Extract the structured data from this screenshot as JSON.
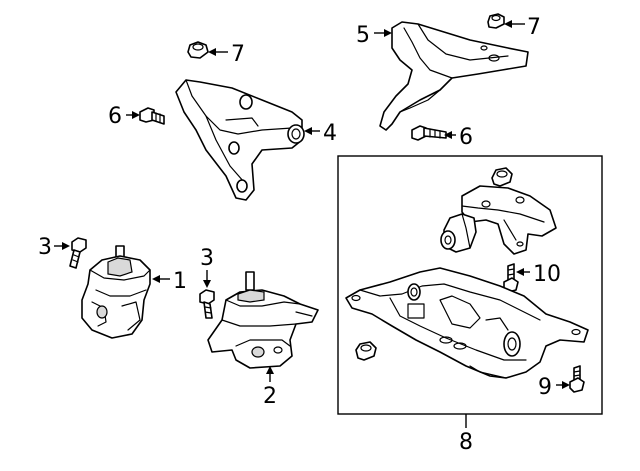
{
  "callouts": {
    "c1": "1",
    "c2": "2",
    "c3a": "3",
    "c3b": "3",
    "c4": "4",
    "c5": "5",
    "c6a": "6",
    "c6b": "6",
    "c7a": "7",
    "c7b": "7",
    "c8": "8",
    "c9": "9",
    "c10": "10"
  }
}
